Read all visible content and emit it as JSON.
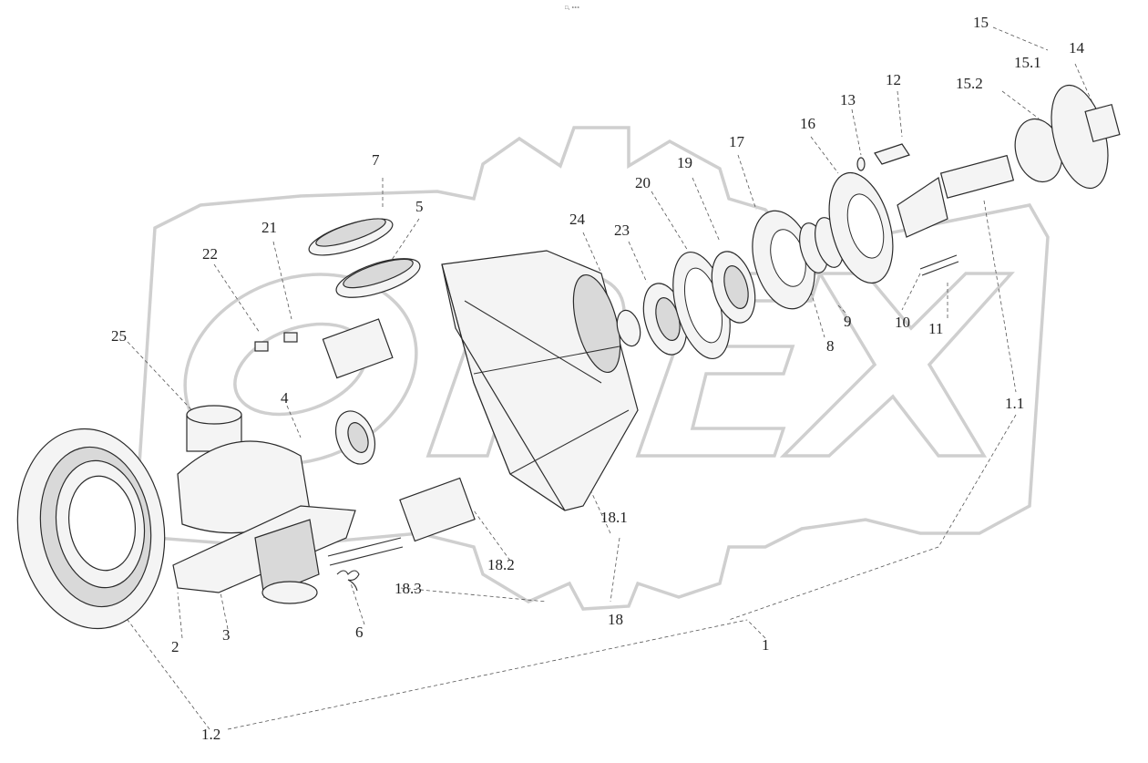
{
  "diagram": {
    "header_mark": "□₁ ∘∘∘",
    "watermark_brand": "OPEX",
    "labels": {
      "l1": "1",
      "l1_1": "1.1",
      "l1_2": "1.2",
      "l2": "2",
      "l3": "3",
      "l4": "4",
      "l5": "5",
      "l6": "6",
      "l7": "7",
      "l8": "8",
      "l9": "9",
      "l10": "10",
      "l11": "11",
      "l12": "12",
      "l13": "13",
      "l14": "14",
      "l15": "15",
      "l15_1": "15.1",
      "l15_2": "15.2",
      "l16": "16",
      "l17": "17",
      "l18": "18",
      "l18_1": "18.1",
      "l18_2": "18.2",
      "l18_3": "18.3",
      "l19": "19",
      "l20": "20",
      "l21": "21",
      "l22": "22",
      "l23": "23",
      "l24": "24",
      "l25": "25"
    }
  }
}
